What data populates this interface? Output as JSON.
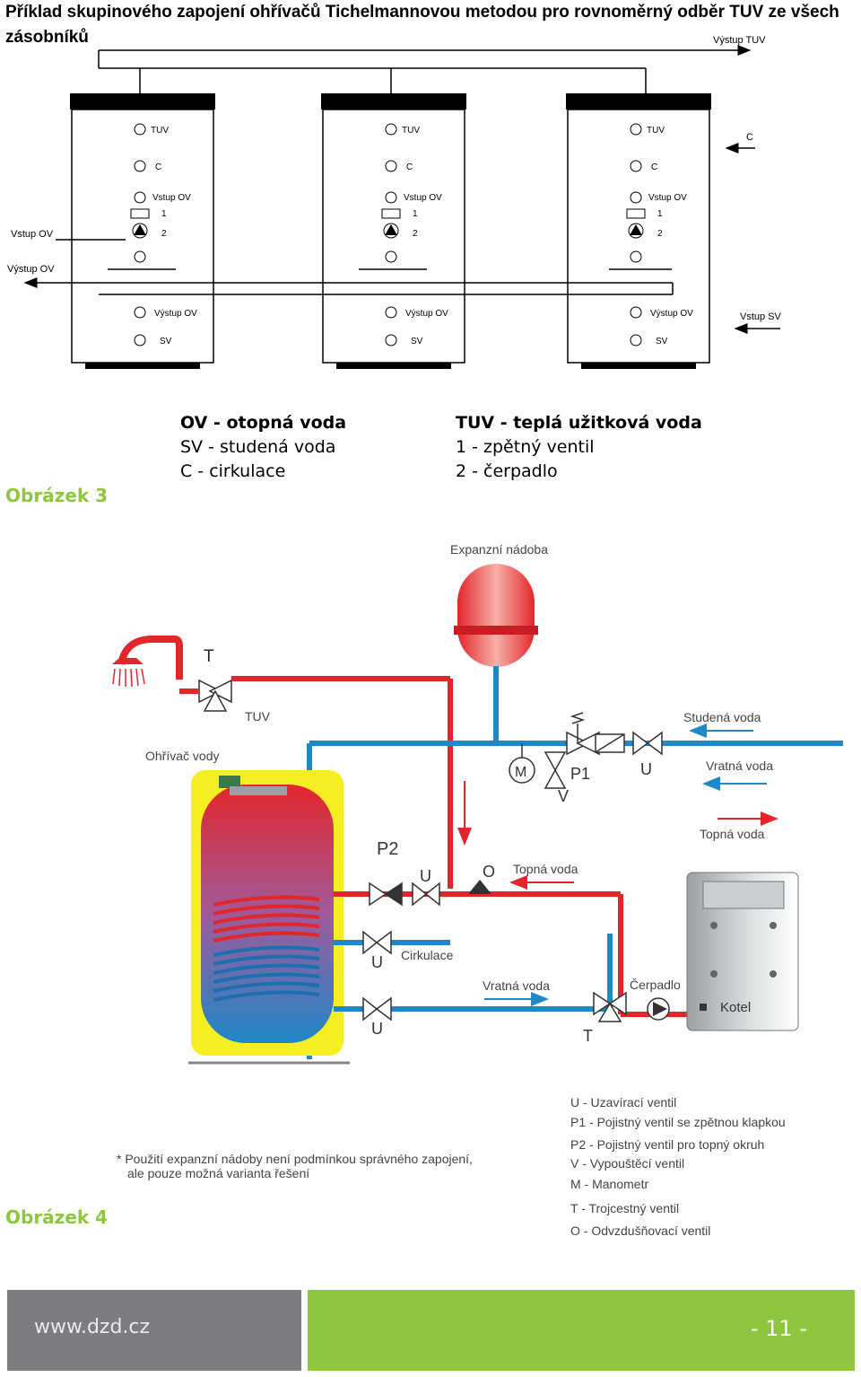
{
  "title": "Příklad skupinového zapojení ohřívačů Tichelmannovou metodou pro rovnoměrný odběr TUV ze všech zásobníků",
  "diagram1": {
    "vystup_tuv": "Výstup TUV",
    "c_right": "C",
    "vstup_ov_left": "Vstup OV",
    "vystup_ov_left": "Výstup OV",
    "vstup_sv_right": "Vstup SV",
    "tank": {
      "tuv": "TUV",
      "c": "C",
      "vstup_ov": "Vstup OV",
      "n1": "1",
      "n2": "2",
      "vystup_ov": "Výstup OV",
      "sv": "SV"
    }
  },
  "legend": {
    "col1": [
      "OV - otopná voda",
      "SV - studená voda",
      "C - cirkulace"
    ],
    "col2": [
      "TUV - teplá užitková voda",
      "1 - zpětný ventil",
      "2 - čerpadlo"
    ]
  },
  "fig3_caption": "Obrázek 3",
  "fig4_caption": "Obrázek 4",
  "diagram2": {
    "expanzni_nadoba": "Expanzní nádoba",
    "t_top": "T",
    "tuv": "TUV",
    "ohrivac_vody": "Ohřívač vody",
    "studena_voda": "Studená voda",
    "m": "M",
    "p1": "P1",
    "v": "V",
    "u_top": "U",
    "vratna_voda_right": "Vratná voda",
    "topna_voda_right": "Topná voda",
    "p2": "P2",
    "u_mid": "U",
    "o": "O",
    "topna_voda_mid": "Topná voda",
    "u_cirk": "U",
    "cirkulace": "Cirkulace",
    "vratna_voda_mid": "Vratná voda",
    "cerpadlo": "Čerpadlo",
    "kotel": "Kotel",
    "u_bottom": "U",
    "t_bottom": "T",
    "note_line1": "* Použití expanzní nádoby není podmínkou správného zapojení,",
    "note_line2": "ale pouze možná varianta řešení",
    "key": [
      "U   - Uzavírací ventil",
      "P1  - Pojistný ventil se zpětnou klapkou",
      "P2  - Pojistný ventil pro topný okruh",
      "V    - Vypouštěcí ventil",
      "M   - Manometr",
      "T    - Trojcestný ventil",
      "O   - Odvzdušňovací ventil"
    ]
  },
  "footer": {
    "url": "www.dzd.cz",
    "page": "- 11 -"
  },
  "colors": {
    "green": "#8dc63f",
    "gray": "#7b7d80",
    "hot": "#e3262b",
    "cold": "#1e88c8",
    "tank_yellow": "#f4ee23"
  }
}
